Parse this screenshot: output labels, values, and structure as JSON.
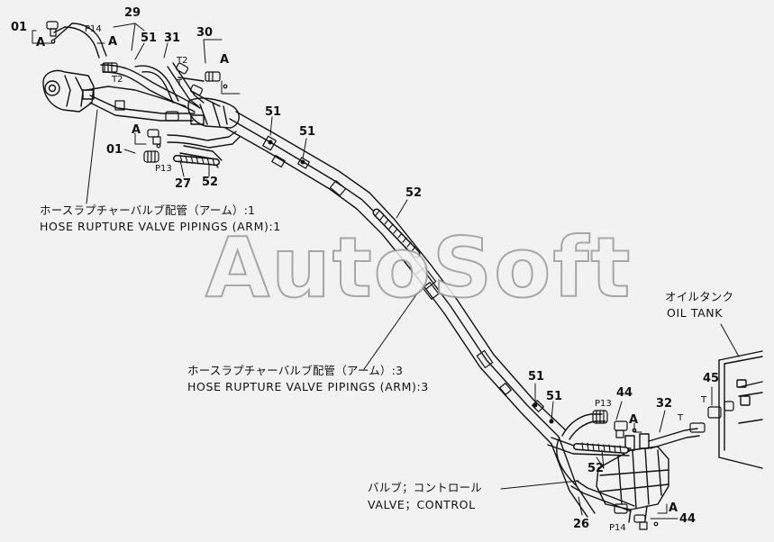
{
  "watermark": "AutoSoft",
  "captions": {
    "arm1_jp": "ホースラプチャーバルブ配管（アーム）:1",
    "arm1_en": "HOSE RUPTURE VALVE PIPINGS (ARM):1",
    "arm3_jp": "ホースラプチャーバルブ配管（アーム）:3",
    "arm3_en": "HOSE RUPTURE VALVE PIPINGS (ARM):3",
    "oil_tank_jp": "オイルタンク",
    "oil_tank_en": "OIL TANK",
    "valve_jp": "バルブ；コントロール",
    "valve_en": "VALVE；CONTROL"
  },
  "callouts": {
    "c01a": "01",
    "c01b": "01",
    "c29": "29",
    "c51a": "51",
    "c31": "31",
    "c30": "30",
    "c51b": "51",
    "c51c": "51",
    "c27": "27",
    "c52a": "52",
    "c52b": "52",
    "c51d": "51",
    "c51e": "51",
    "c44a": "44",
    "c32": "32",
    "c45": "45",
    "c52c": "52",
    "c26": "26",
    "c44b": "44"
  },
  "tags": {
    "a1": "A",
    "a2": "A",
    "a3": "A",
    "a4": "A",
    "a5": "A",
    "a6": "A",
    "p14a": "P14",
    "p14b": "P14",
    "p13a": "P13",
    "p13b": "P13",
    "t2a": "T2",
    "t2b": "T2",
    "t1": "T",
    "t2": "T",
    "t3": "T"
  }
}
